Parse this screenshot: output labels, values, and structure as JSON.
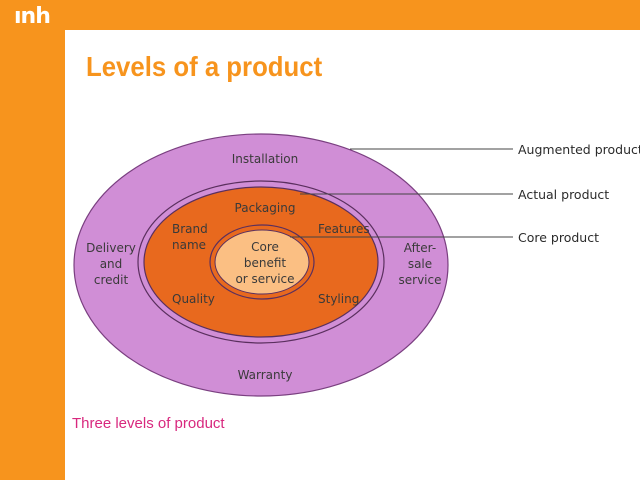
{
  "header": {
    "logo_text": "ınh",
    "accent_color": "#f7941d"
  },
  "slide": {
    "title": "Levels of a product",
    "caption": "Three levels of product"
  },
  "diagram": {
    "augmented_ring": {
      "top": "Installation",
      "left": [
        "Delivery",
        "and",
        "credit"
      ],
      "right": [
        "After-",
        "sale",
        "service"
      ],
      "bottom": "Warranty",
      "color": "#d08ed6"
    },
    "actual_ring": {
      "top": "Packaging",
      "top_left": [
        "Brand",
        "name"
      ],
      "top_right": "Features",
      "bottom_left": "Quality",
      "bottom_right": "Styling",
      "color": "#e8691e"
    },
    "core": {
      "lines": [
        "Core",
        "benefit",
        "or service"
      ],
      "color": "#fbbf83"
    },
    "legend": {
      "augmented": "Augmented product",
      "actual": "Actual product",
      "core": "Core product"
    }
  }
}
